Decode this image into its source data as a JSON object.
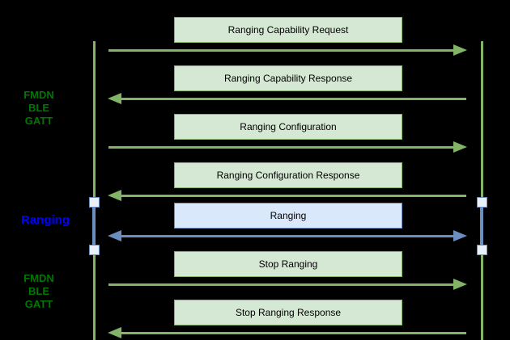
{
  "colors": {
    "background": "#000000",
    "green_fill": "#d5e8d4",
    "green_stroke": "#82b366",
    "blue_fill": "#dae8fc",
    "blue_stroke": "#6c8ebf",
    "label_green": "#007700",
    "label_blue": "#0000ff",
    "square_fill": "#e8f0fb",
    "box_text": "#000000"
  },
  "diagram": {
    "lane_labels": [
      {
        "id": "fmdn-ble-gatt-top",
        "color_theme": "green",
        "lines": [
          "FMDN",
          "BLE",
          "GATT"
        ]
      },
      {
        "id": "ranging",
        "color_theme": "blue",
        "lines": [
          "Ranging"
        ]
      },
      {
        "id": "fmdn-ble-gatt-bottom",
        "color_theme": "green",
        "lines": [
          "FMDN",
          "BLE",
          "GATT"
        ]
      }
    ],
    "messages": [
      {
        "label": "Ranging Capability Request",
        "direction": "right",
        "theme": "green"
      },
      {
        "label": "Ranging Capability Response",
        "direction": "left",
        "theme": "green"
      },
      {
        "label": "Ranging Configuration",
        "direction": "right",
        "theme": "green"
      },
      {
        "label": "Ranging Configuration Response",
        "direction": "left",
        "theme": "green"
      },
      {
        "label": "Ranging",
        "direction": "both",
        "theme": "blue"
      },
      {
        "label": "Stop Ranging",
        "direction": "right",
        "theme": "green"
      },
      {
        "label": "Stop Ranging Response",
        "direction": "left",
        "theme": "green"
      }
    ]
  }
}
